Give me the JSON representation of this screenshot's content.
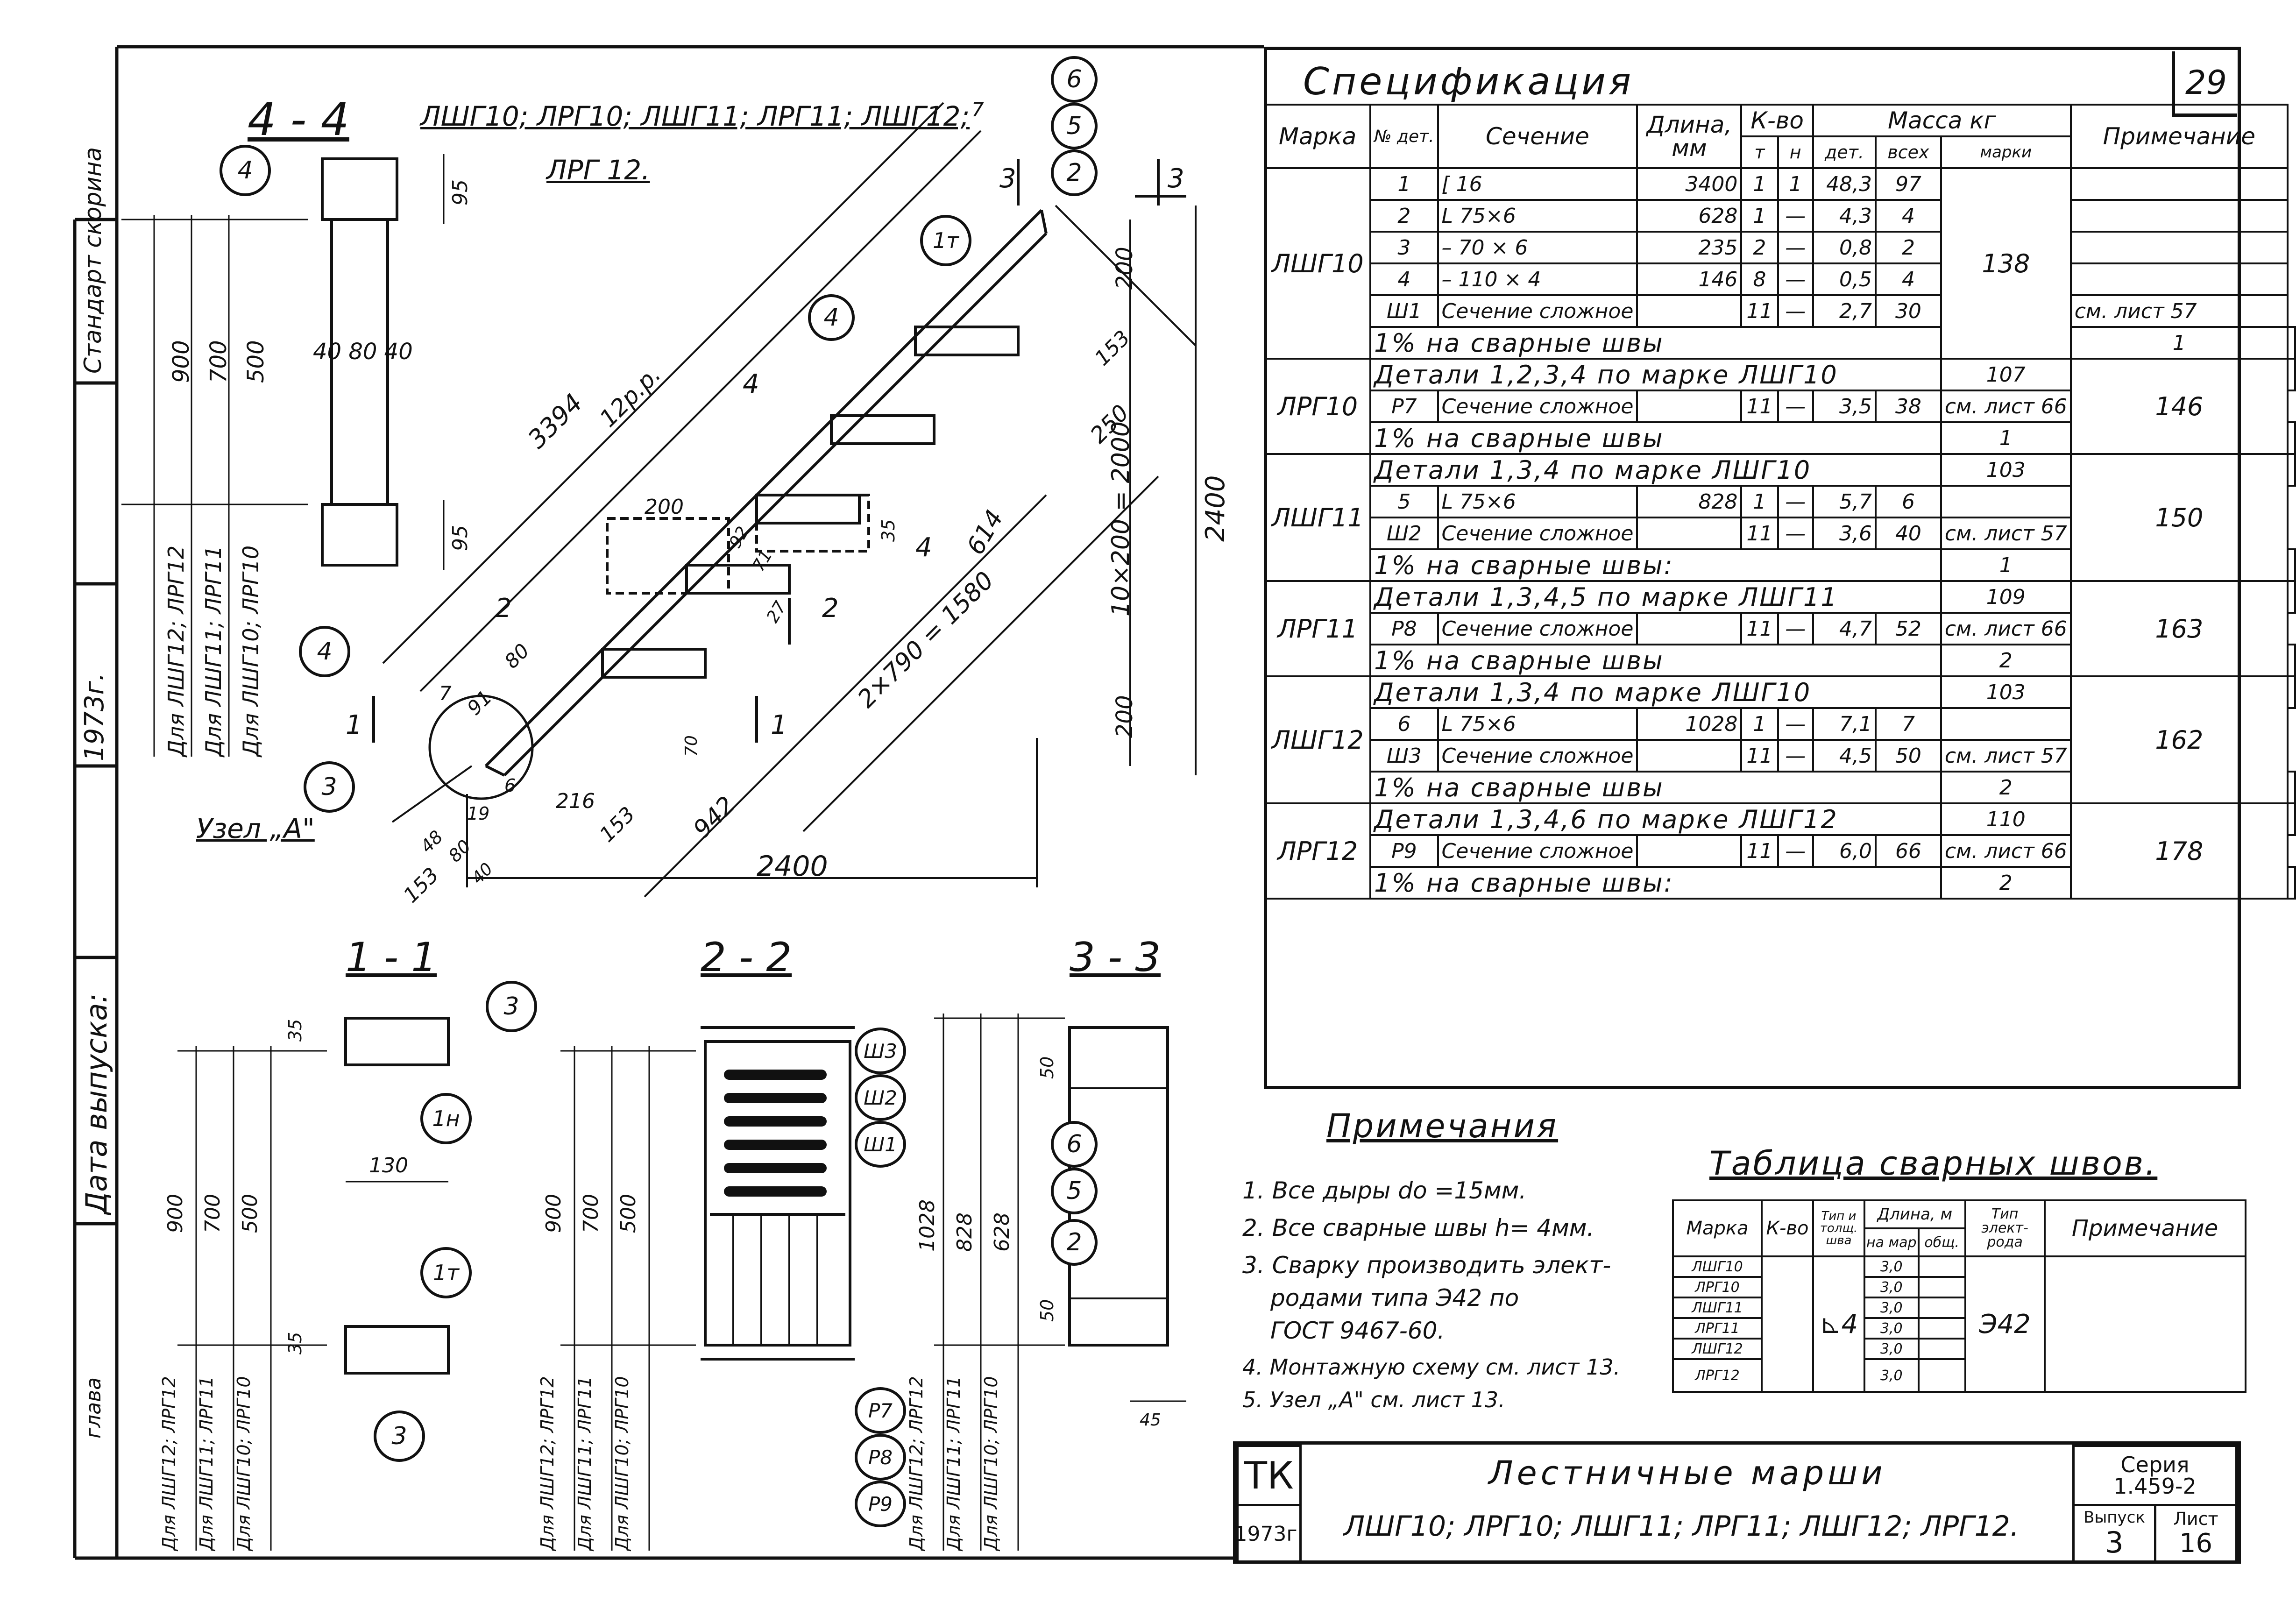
{
  "sheet_number": "29",
  "spec": {
    "title": "Спецификация",
    "headers": {
      "mark": "Марка",
      "part_no": "№ дет.",
      "section": "Сечение",
      "length": "Длина, мм",
      "qty": "К-во",
      "qty_t": "т",
      "qty_n": "н",
      "mass": "Масса кг",
      "mass_part": "дет.",
      "mass_all": "всех",
      "mass_mark": "марки",
      "note": "Примечание"
    },
    "rows": [
      {
        "mark": "ЛШГ10",
        "part": "1",
        "section": "[ 16",
        "length": "3400",
        "t": "1",
        "n": "1",
        "mdet": "48,3",
        "mall": "97",
        "mmark": "138",
        "note": ""
      },
      {
        "mark": "",
        "part": "2",
        "section": "L 75×6",
        "length": "628",
        "t": "1",
        "n": "—",
        "mdet": "4,3",
        "mall": "4",
        "mmark": "",
        "note": ""
      },
      {
        "mark": "",
        "part": "3",
        "section": "– 70 × 6",
        "length": "235",
        "t": "2",
        "n": "—",
        "mdet": "0,8",
        "mall": "2",
        "mmark": "",
        "note": ""
      },
      {
        "mark": "",
        "part": "4",
        "section": "– 110 × 4",
        "length": "146",
        "t": "8",
        "n": "—",
        "mdet": "0,5",
        "mall": "4",
        "mmark": "",
        "note": ""
      },
      {
        "mark": "",
        "part": "Ш1",
        "section": "Сечение сложное",
        "length": "",
        "t": "11",
        "n": "—",
        "mdet": "2,7",
        "mall": "30",
        "mmark": "",
        "note": "см. лист 57"
      },
      {
        "mark": "",
        "wide": "1% на сварные швы",
        "mall": "1"
      },
      {
        "mark": "ЛРГ10",
        "wide": "Детали 1,2,3,4 по марке ЛШГ10",
        "mall": "107",
        "mmark": "146"
      },
      {
        "mark": "",
        "part": "Р7",
        "section": "Сечение сложное",
        "length": "",
        "t": "11",
        "n": "—",
        "mdet": "3,5",
        "mall": "38",
        "note": "см. лист 66"
      },
      {
        "mark": "",
        "wide": "1% на сварные швы",
        "mall": "1"
      },
      {
        "mark": "ЛШГ11",
        "wide": "Детали 1,3,4 по марке ЛШГ10",
        "mall": "103",
        "mmark": "150"
      },
      {
        "mark": "",
        "part": "5",
        "section": "L 75×6",
        "length": "828",
        "t": "1",
        "n": "—",
        "mdet": "5,7",
        "mall": "6",
        "note": ""
      },
      {
        "mark": "",
        "part": "Ш2",
        "section": "Сечение сложное",
        "length": "",
        "t": "11",
        "n": "—",
        "mdet": "3,6",
        "mall": "40",
        "note": "см. лист 57"
      },
      {
        "mark": "",
        "wide": "1% на сварные швы:",
        "mall": "1"
      },
      {
        "mark": "ЛРГ11",
        "wide": "Детали 1,3,4,5 по марке ЛШГ11",
        "mall": "109",
        "mmark": "163"
      },
      {
        "mark": "",
        "part": "Р8",
        "section": "Сечение сложное",
        "length": "",
        "t": "11",
        "n": "—",
        "mdet": "4,7",
        "mall": "52",
        "note": "см. лист 66"
      },
      {
        "mark": "",
        "wide": "1% на сварные швы",
        "mall": "2"
      },
      {
        "mark": "ЛШГ12",
        "wide": "Детали 1,3,4 по марке ЛШГ10",
        "mall": "103",
        "mmark": "162"
      },
      {
        "mark": "",
        "part": "6",
        "section": "L 75×6",
        "length": "1028",
        "t": "1",
        "n": "—",
        "mdet": "7,1",
        "mall": "7",
        "note": ""
      },
      {
        "mark": "",
        "part": "Ш3",
        "section": "Сечение сложное",
        "length": "",
        "t": "11",
        "n": "—",
        "mdet": "4,5",
        "mall": "50",
        "note": "см. лист 57"
      },
      {
        "mark": "",
        "wide": "1% на сварные швы",
        "mall": "2"
      },
      {
        "mark": "ЛРГ12",
        "wide": "Детали 1,3,4,6 по марке ЛШГ12",
        "mall": "110",
        "mmark": "178"
      },
      {
        "mark": "",
        "part": "Р9",
        "section": "Сечение сложное",
        "length": "",
        "t": "11",
        "n": "—",
        "mdet": "6,0",
        "mall": "66",
        "note": "см. лист 66"
      },
      {
        "mark": "",
        "wide": "1% на сварные швы:",
        "mall": "2"
      }
    ]
  },
  "notes": {
    "title": "Примечания",
    "items": [
      "1. Все дыры dо =15мм.",
      "2. Все сварные швы h= 4мм.",
      "3. Сварку производить элект-",
      "родами типа Э42 по",
      "ГОСТ 9467-60.",
      "4. Монтажную схему см. лист 13.",
      "5. Узел „А\" см. лист 13."
    ]
  },
  "weld": {
    "title": "Таблица сварных швов.",
    "headers": {
      "mark": "Марка",
      "qty": "К-во",
      "type": "Тип и толщ. шва",
      "len": "Длина, м",
      "len_one": "на мар",
      "len_all": "общ.",
      "electrode": "Тип элект- рода",
      "note": "Примечание"
    },
    "marks": [
      "ЛШГ10",
      "ЛРГ10",
      "ЛШГ11",
      "ЛРГ11",
      "ЛШГ12",
      "ЛРГ12"
    ],
    "lengths": [
      "3,0",
      "3,0",
      "3,0",
      "3,0",
      "3,0",
      "3,0"
    ],
    "type": "⊾4",
    "electrode": "Э42"
  },
  "stamp": {
    "org": "ТК",
    "year": "1973г.",
    "title": "Лестничные марши",
    "marks": "ЛШГ10; ЛРГ10; ЛШГ11; ЛРГ11; ЛШГ12; ЛРГ12.",
    "series_label": "Серия",
    "series": "1.459-2",
    "issue_label": "Выпуск",
    "issue": "3",
    "sheet_label": "Лист",
    "sheet": "16"
  },
  "left_strip": {
    "date_label": "Дата выпуска:",
    "year": "1973г.",
    "title": "Стандарт скорина",
    "bottom": "глава"
  },
  "drawing": {
    "section_4": "4 - 4",
    "marks_line1": "ЛШГ10; ЛРГ10; ЛШГ11; ЛРГ11; ЛШГ12;",
    "marks_line2": "ЛРГ 12.",
    "section_1": "1 - 1",
    "section_2": "2 - 2",
    "section_3": "3 - 3",
    "node": "Узел „А\"",
    "dims": {
      "d3394": "3394",
      "d12pp": "12р.р.",
      "d2400b": "2400",
      "d2400r": "2400",
      "d10x200": "10×200 = 2000",
      "d2x790": "2×790 = 1580",
      "d200a": "200",
      "d200b": "200",
      "d200c": "200",
      "d250": "250",
      "d153a": "153",
      "d153b": "153",
      "d153c": "153",
      "d614": "614",
      "d942": "942",
      "d216": "216",
      "d91": "91",
      "d80": "80",
      "d70": "70",
      "d7a": "7",
      "d7b": "7",
      "d6": "6",
      "d19": "19",
      "d48": "48",
      "d80b": "80",
      "d40": "40",
      "d92": "92",
      "d71": "71",
      "d27": "27",
      "d35": "35",
      "d95a": "95",
      "d95b": "95",
      "d40_80_40": "40 80 40",
      "d900": "900",
      "d700": "700",
      "d500": "500",
      "d130": "130",
      "d35a": "35",
      "d35b": "35",
      "d1028": "1028",
      "d828": "828",
      "d628": "628",
      "d50a": "50",
      "d50b": "50",
      "d45": "45"
    },
    "for_labels": {
      "l12": "Для ЛШГ12; ЛРГ12",
      "l11": "Для ЛШГ11; ЛРГ11",
      "l10": "Для ЛШГ10; ЛРГ10"
    },
    "callouts": {
      "c6": "6",
      "c5": "5",
      "c2": "2",
      "c4a": "4",
      "c4b": "4",
      "c4c": "4",
      "c3": "3",
      "c1t": "1т",
      "c3b": "3",
      "c1n": "1н",
      "c1t2": "1т",
      "c3c": "3",
      "sh3": "Ш3",
      "sh2": "Ш2",
      "sh1": "Ш1",
      "p7": "Р7",
      "p8": "Р8",
      "p9": "Р9",
      "c6b": "6",
      "c5b": "5",
      "c2b": "2"
    },
    "cuts": {
      "k3": "3",
      "k3r": "3",
      "k4": "4",
      "k4b": "4",
      "k2": "2",
      "k2b": "2",
      "k1": "1",
      "k1b": "1"
    }
  }
}
